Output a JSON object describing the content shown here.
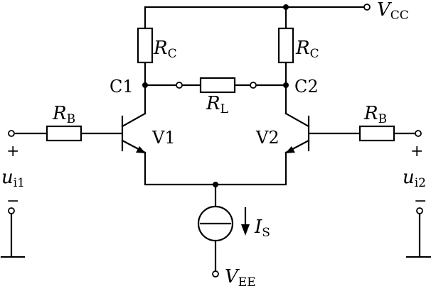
{
  "supply": {
    "vcc_main": "V",
    "vcc_sub": "CC",
    "vee_main": "V",
    "vee_sub": "EE"
  },
  "resistors": {
    "rc_left_main": "R",
    "rc_left_sub": "C",
    "rc_right_main": "R",
    "rc_right_sub": "C",
    "rl_main": "R",
    "rl_sub": "L",
    "rb_left_main": "R",
    "rb_left_sub": "B",
    "rb_right_main": "R",
    "rb_right_sub": "B"
  },
  "nodes": {
    "c1": "C1",
    "c2": "C2"
  },
  "transistors": {
    "v1": "V1",
    "v2": "V2"
  },
  "source": {
    "is_main": "I",
    "is_sub": "S"
  },
  "inputs": {
    "ui1_main": "u",
    "ui1_sub": "i1",
    "ui2_main": "u",
    "ui2_sub": "i2",
    "plus": "+",
    "minus": "−"
  }
}
